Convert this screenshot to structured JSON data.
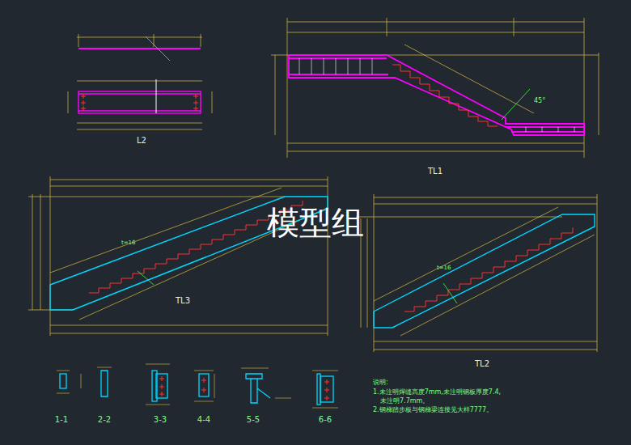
{
  "diagram": {
    "labels": [
      "L2",
      "TL1",
      "TL3",
      "TL2",
      "1-1",
      "2-2",
      "3-3",
      "4-4",
      "5-5",
      "6-6",
      "45°",
      "t=16",
      "t=16",
      "模型组",
      "说明:",
      "1.未注明焊缝高度7mm,未注明钢板厚度7.4,",
      "未注明7.7mm。",
      "2.钢梯踏步板与钢梯梁连接见大样7777。"
    ]
  }
}
